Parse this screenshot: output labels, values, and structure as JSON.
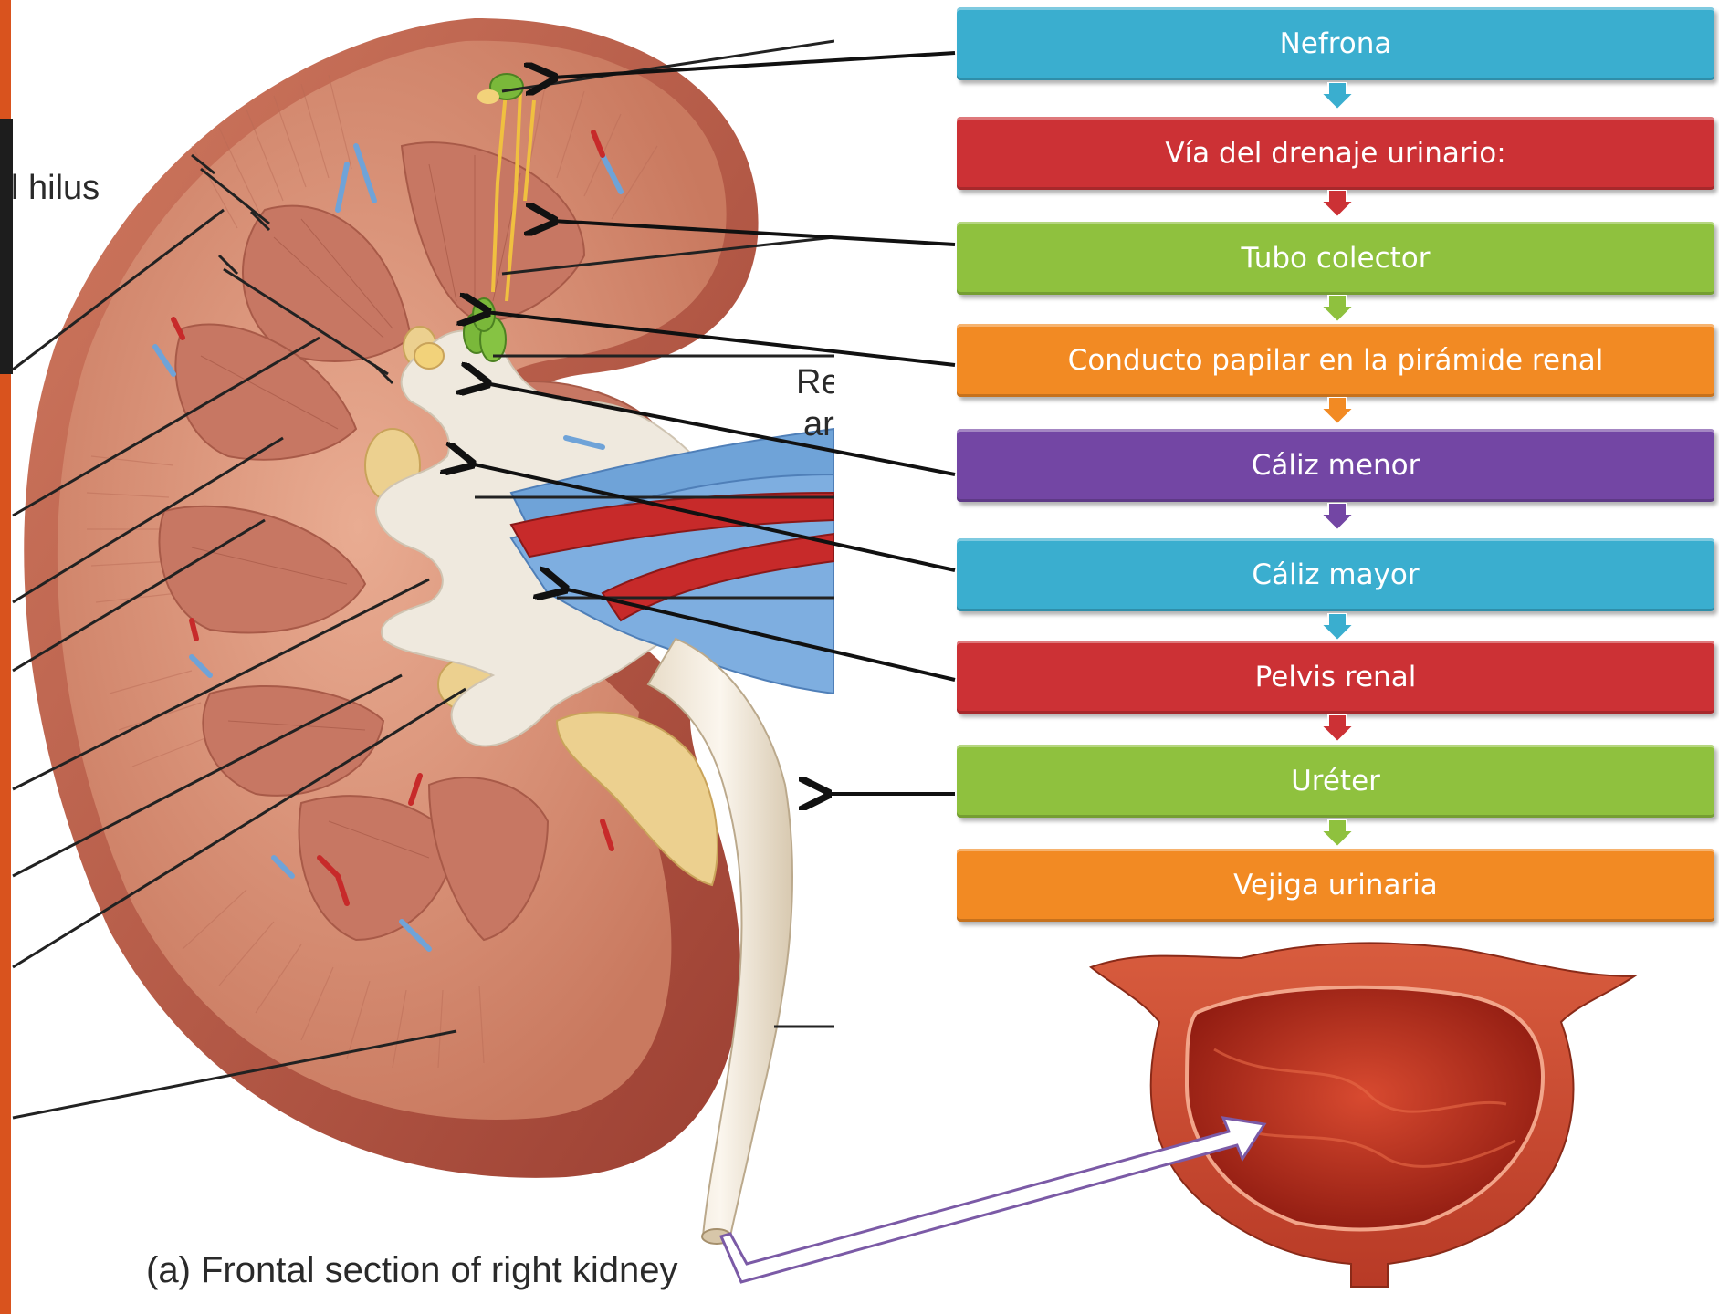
{
  "flow_steps": [
    {
      "label": "Nefrona",
      "color": "#3aaecf"
    },
    {
      "label": "Vía del drenaje urinario:",
      "color": "#cc3135"
    },
    {
      "label": "Tubo colector",
      "color": "#8fc13e"
    },
    {
      "label": "Conducto papilar en la pirámide renal",
      "color": "#f28a23"
    },
    {
      "label": "Cáliz menor",
      "color": "#7346a4"
    },
    {
      "label": "Cáliz mayor",
      "color": "#3aaecf"
    },
    {
      "label": "Pelvis renal",
      "color": "#cc3135"
    },
    {
      "label": "Uréter",
      "color": "#8fc13e"
    },
    {
      "label": "Vejiga urinaria",
      "color": "#f28a23"
    }
  ],
  "illustration": {
    "caption": "(a) Frontal section of right kidney",
    "label_hilus": "l hilus",
    "label_re": "Re",
    "label_ar": "ar"
  },
  "colors": {
    "slide_edge": "#d9531e",
    "cortex": "#d9927a",
    "medulla": "#c97a66",
    "capsule": "#b85a48",
    "pelvis": "#ece6dc",
    "artery": "#c72a2a",
    "vein": "#6a9fd6",
    "fat": "#e8c98a",
    "nephron": "#7ab83a",
    "bladder_outer": "#c9442e",
    "bladder_inner": "#a81e12",
    "connector_arrow": "#7b5aa6"
  }
}
